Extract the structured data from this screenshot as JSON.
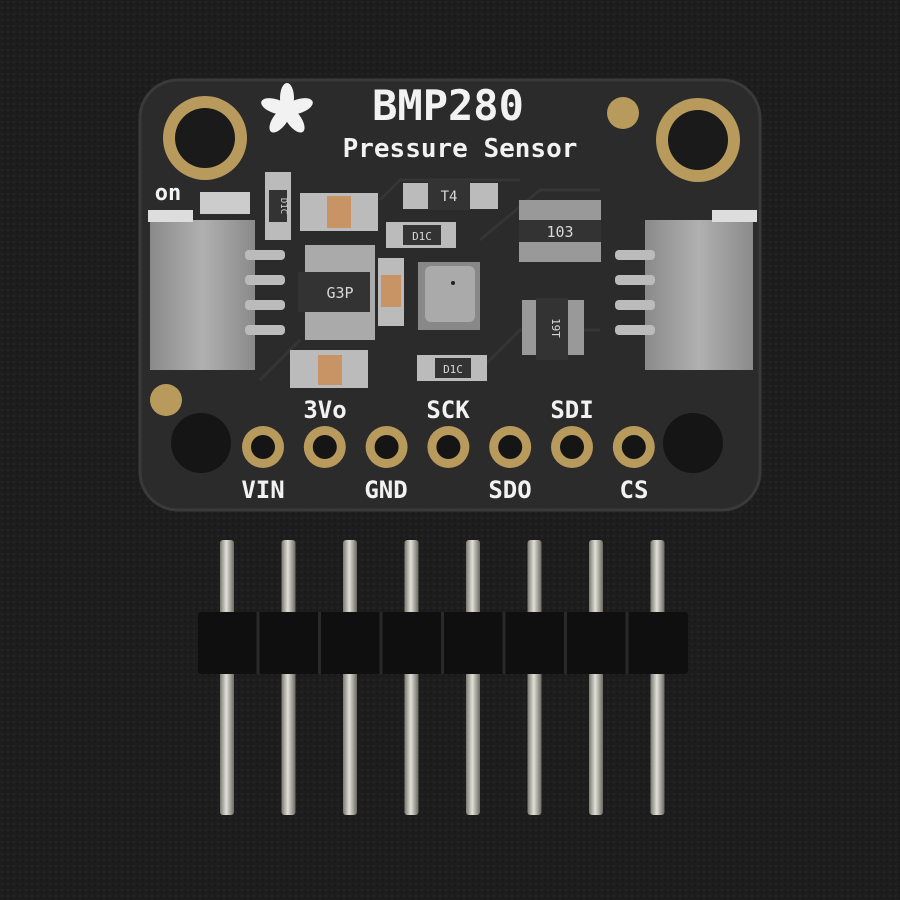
{
  "board": {
    "title": "BMP280",
    "subtitle": "Pressure Sensor",
    "led_label": "on",
    "top_pin_labels": [
      "3Vo",
      "SCK",
      "SDI"
    ],
    "bottom_pin_labels": [
      "VIN",
      "GND",
      "SDO",
      "CS"
    ],
    "chip_markings": {
      "regulator": "G3P",
      "resistor_network": "103",
      "transistor": "T4",
      "diode_top": "D1C",
      "diode_bottom": "D1C",
      "resistor_left": "D1C",
      "level_shifter": "19T"
    },
    "pin_count": 7
  },
  "header": {
    "pin_count": 8
  },
  "colors": {
    "background": "#1c1c1c",
    "pcb": "#2b2b2b",
    "gold": "#b89a5c",
    "silkscreen": "#f2f2f2",
    "capacitor": "#c89466"
  }
}
